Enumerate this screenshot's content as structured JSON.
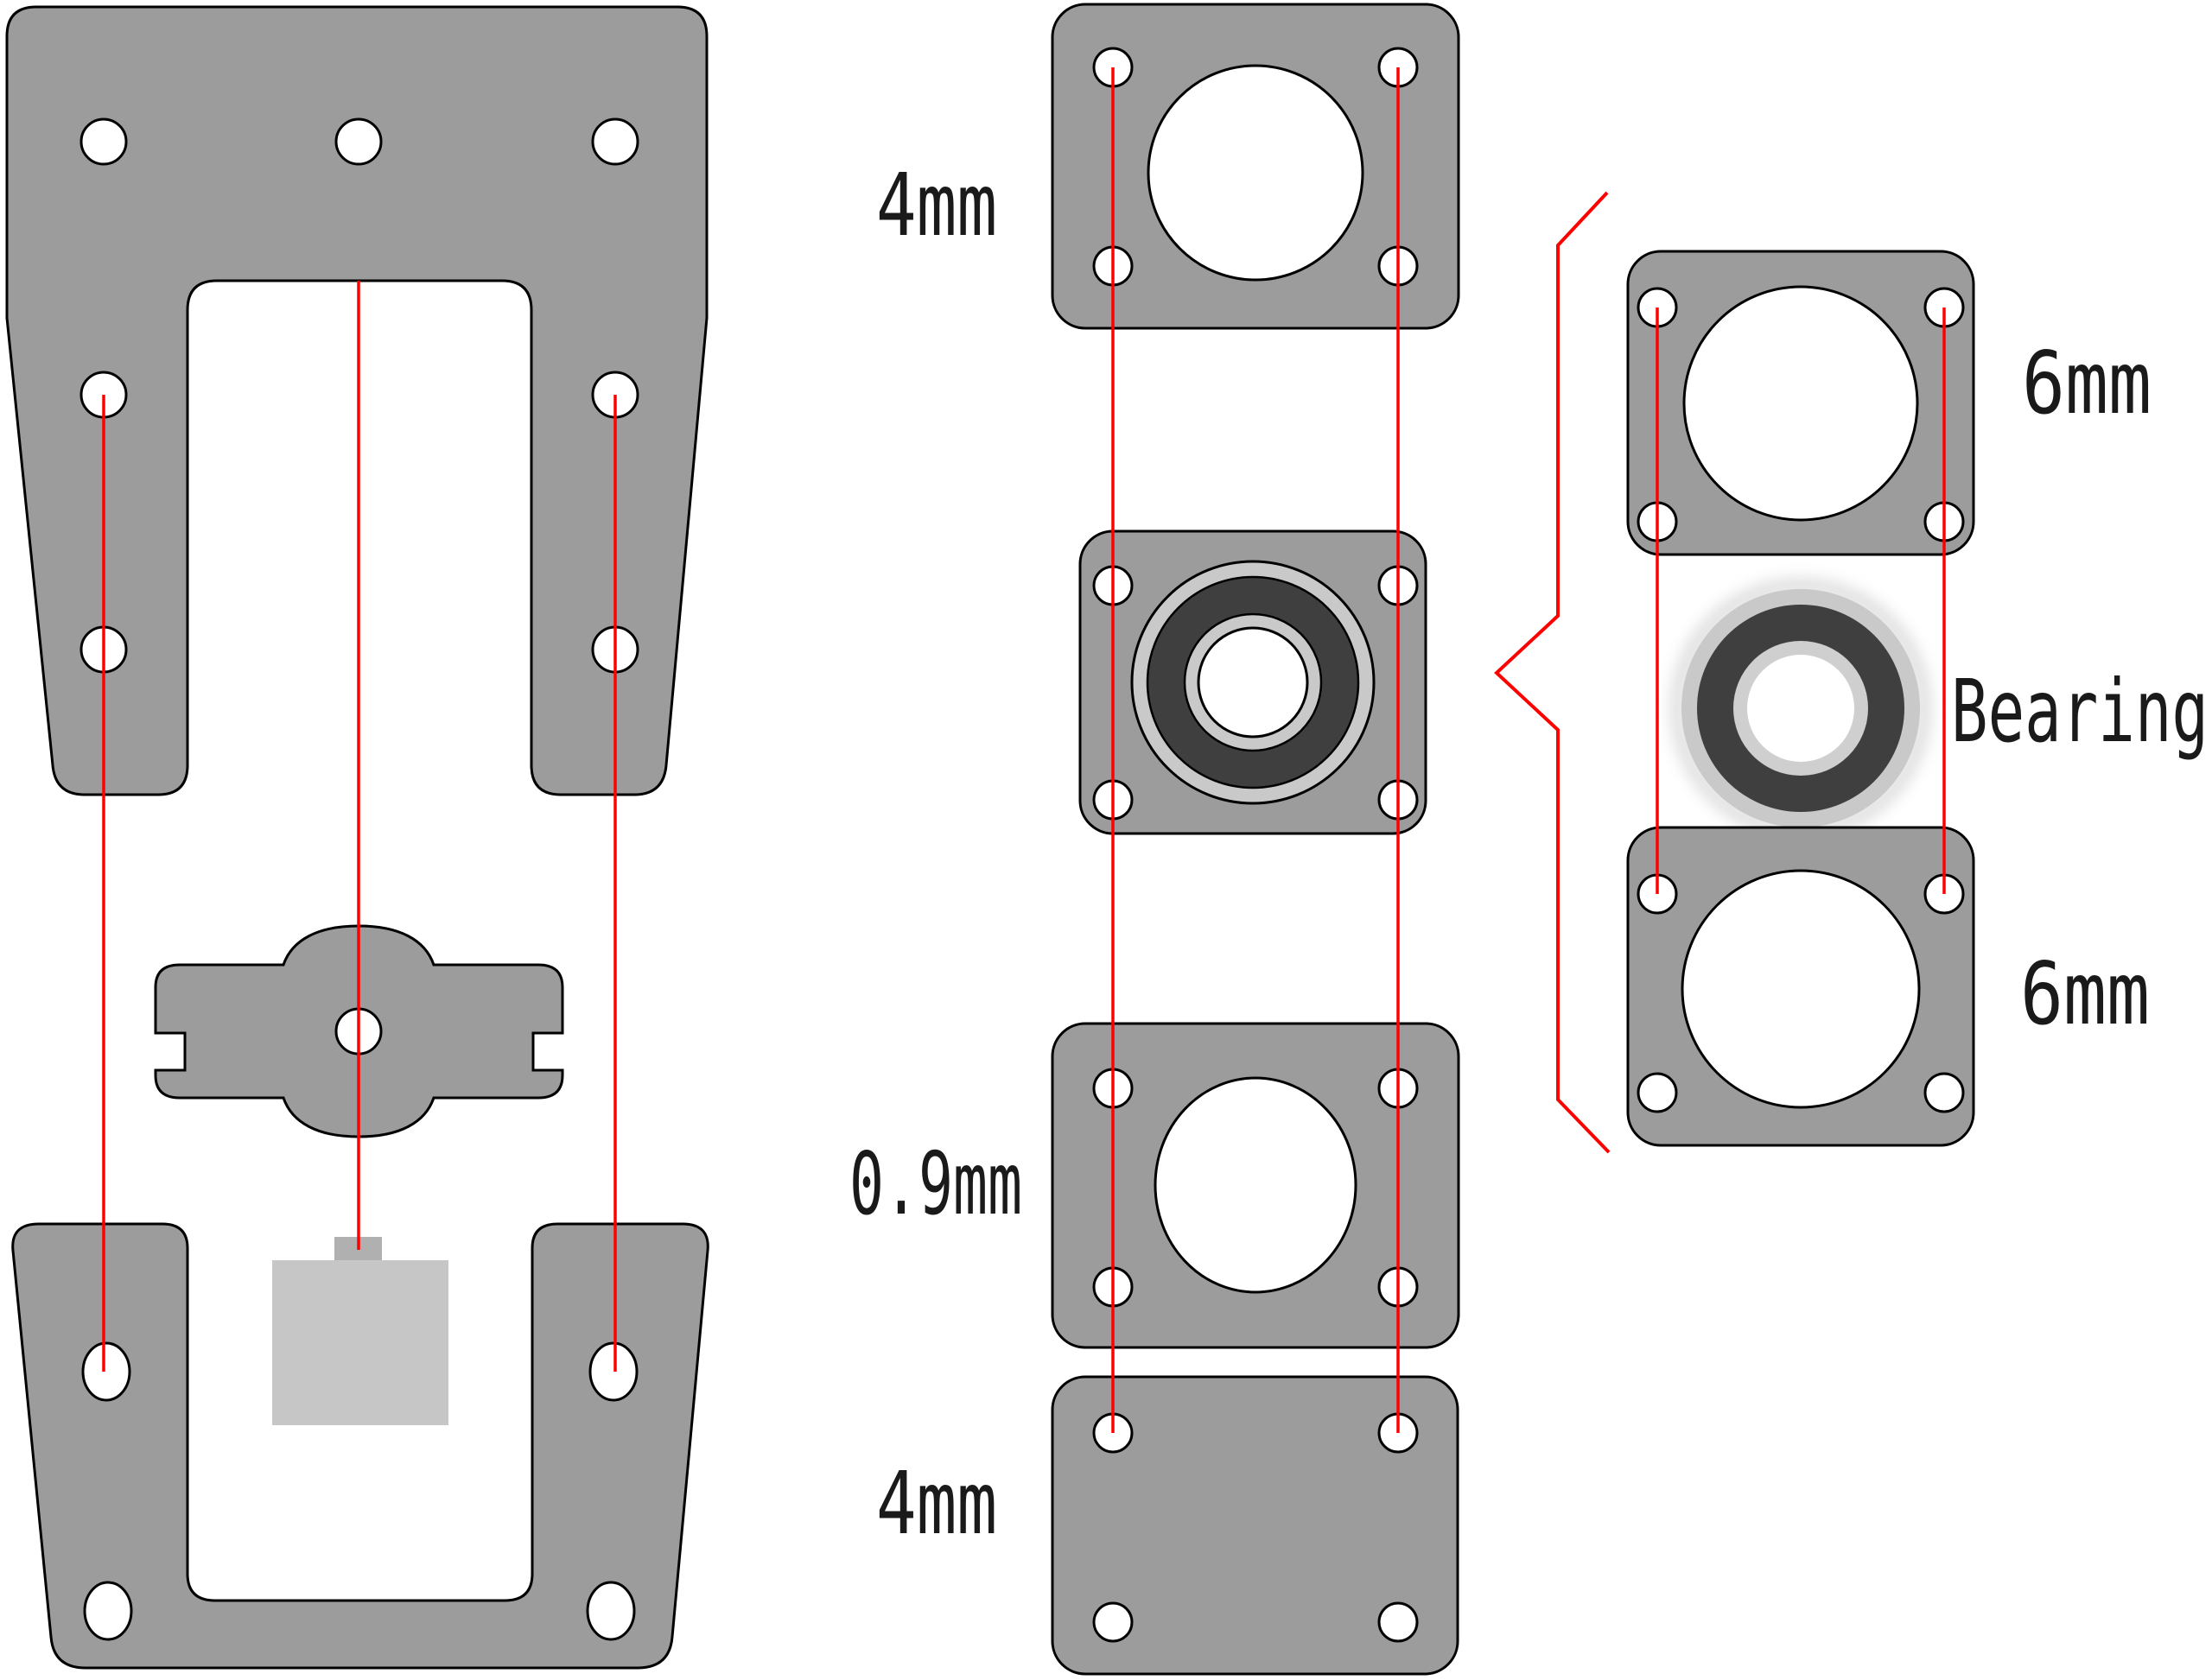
{
  "diagram": {
    "type": "exploded-assembly-drawing",
    "labels": {
      "middle_top_plate": "4mm",
      "middle_third_plate": "0.9mm",
      "middle_bottom_plate": "4mm",
      "right_top_plate": "6mm",
      "right_bottom_plate": "6mm",
      "bearing": "Bearing"
    },
    "colors": {
      "background": "#ffffff",
      "plate_fill": "#9c9c9c",
      "outline": "#000000",
      "guide_line_red": "#ff0000",
      "bearing_dark_ring": "#3f3f3f",
      "bearing_light_ring": "#c9c9c9",
      "servo_body": "#c6c6c6",
      "servo_tab": "#b0b0b0",
      "label_text": "#1a1a1a"
    }
  }
}
